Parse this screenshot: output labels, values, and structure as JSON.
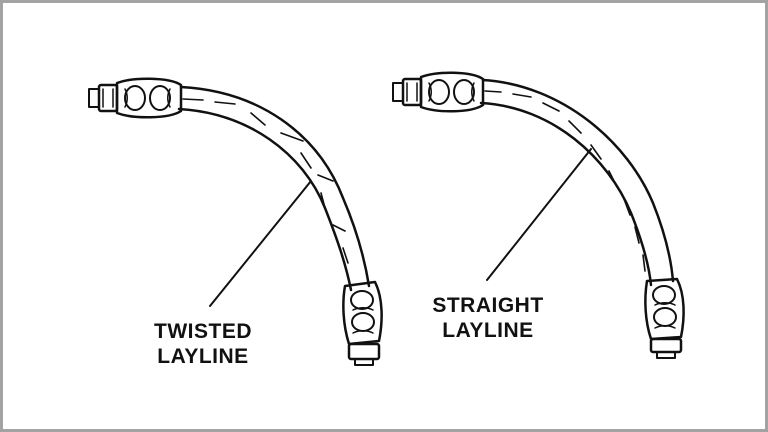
{
  "diagram": {
    "left_figure": {
      "label_line1": "TWISTED",
      "label_line2": "LAYLINE"
    },
    "right_figure": {
      "label_line1": "STRAIGHT",
      "label_line2": "LAYLINE"
    }
  }
}
